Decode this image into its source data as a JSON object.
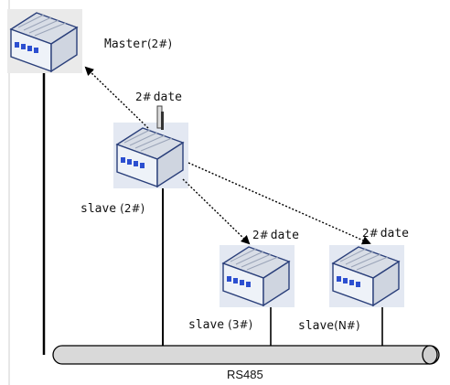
{
  "diagram": {
    "master": {
      "name": "Master",
      "id": "(2#)"
    },
    "slaves": [
      {
        "name": "slave",
        "id": "(2#)"
      },
      {
        "name": "slave",
        "id": "(3#)"
      },
      {
        "name": "slave",
        "id": "(N#)"
      }
    ],
    "messages": [
      {
        "prefix": "2#",
        "text": "date"
      },
      {
        "prefix": "2#",
        "text": "date"
      },
      {
        "prefix": "2#",
        "text": "date"
      }
    ],
    "bus": {
      "label": "RS485"
    }
  },
  "colors": {
    "device_body": "#eef2f8",
    "device_top": "#d8dde6",
    "device_edge": "#2a3f7a",
    "port_blue": "#2c4fd0",
    "bus_fill": "#d9d9d9",
    "line": "#000000"
  },
  "icons": [
    "modbus-device-icon",
    "antenna-icon",
    "arrowhead-icon"
  ]
}
